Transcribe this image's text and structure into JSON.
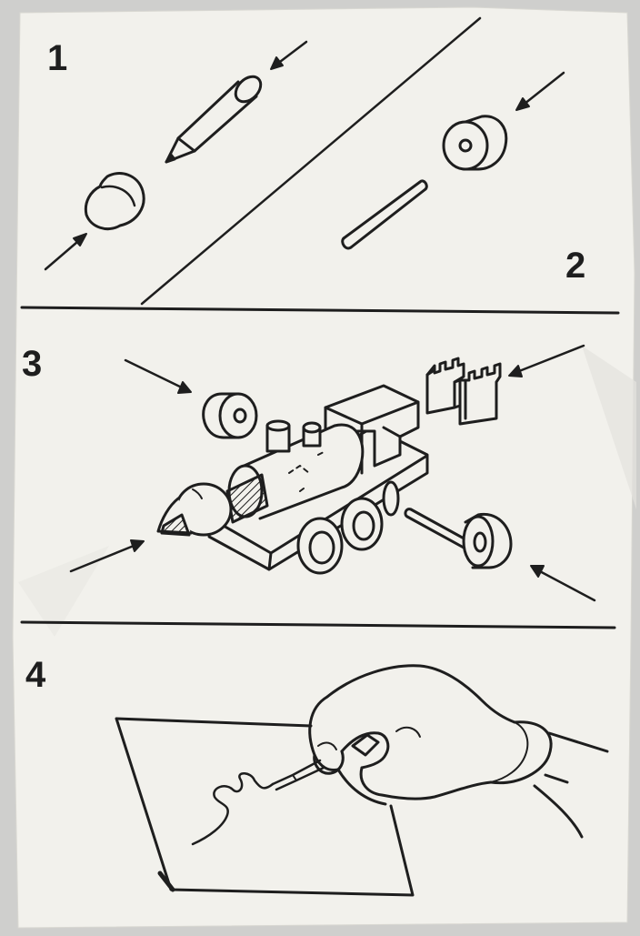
{
  "leaflet": {
    "steps": [
      {
        "number": "1",
        "illustration": "pencil-cap-and-pencil"
      },
      {
        "number": "2",
        "illustration": "wheel-and-axle"
      },
      {
        "number": "3",
        "illustration": "train-pencil-assembly"
      },
      {
        "number": "4",
        "illustration": "hand-drawing"
      }
    ]
  },
  "colors": {
    "paper": "#f2f1ec",
    "ink": "#1e1e1e",
    "background": "#cfcfcd"
  }
}
